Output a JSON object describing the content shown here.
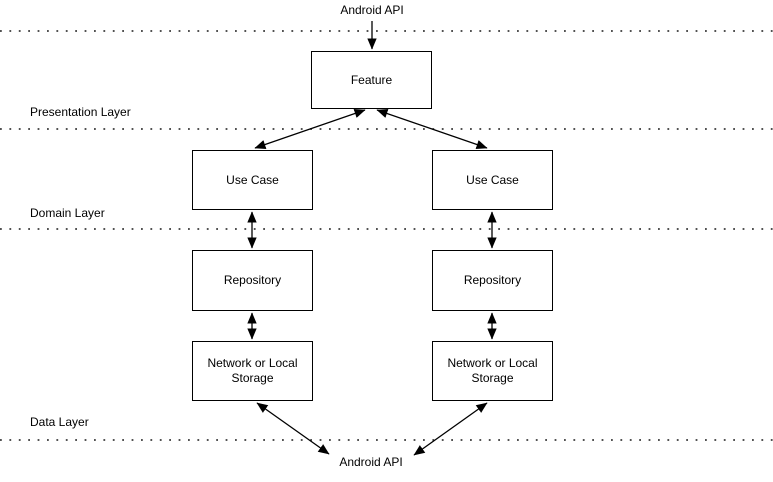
{
  "diagram": {
    "external": {
      "top": "Android API",
      "bottom": "Android API"
    },
    "layers": {
      "presentation": "Presentation Layer",
      "domain": "Domain Layer",
      "data": "Data Layer"
    },
    "nodes": {
      "feature": "Feature",
      "use_case_left": "Use Case",
      "use_case_right": "Use Case",
      "repository_left": "Repository",
      "repository_right": "Repository",
      "storage_left": "Network or Local Storage",
      "storage_right": "Network or Local Storage"
    },
    "colors": {
      "line": "#000000",
      "separator_dots": "#3a3a3a",
      "box_fill": "#ffffff",
      "box_border": "#000000",
      "background": "#ffffff",
      "text": "#000000"
    }
  }
}
